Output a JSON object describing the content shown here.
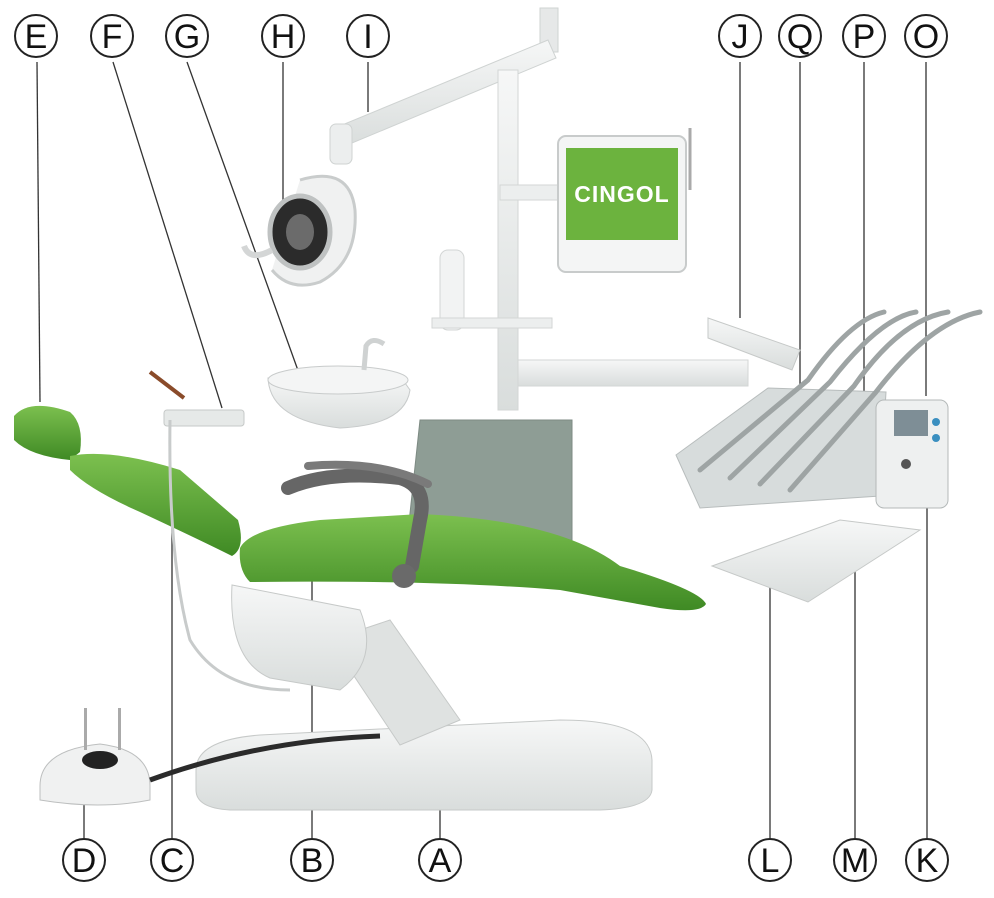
{
  "monitor": {
    "brand": "CINGOL",
    "screen_color": "#6cb33e"
  },
  "colors": {
    "upholstery": "#5fa93a",
    "upholstery_dark": "#3f8a24",
    "shell": "#e9eceb",
    "panel": "#8e9d95"
  },
  "labels": {
    "top": [
      "E",
      "F",
      "G",
      "H",
      "I",
      "J",
      "Q",
      "P",
      "O"
    ],
    "bottom": [
      "D",
      "C",
      "B",
      "A",
      "L",
      "M",
      "K"
    ]
  }
}
